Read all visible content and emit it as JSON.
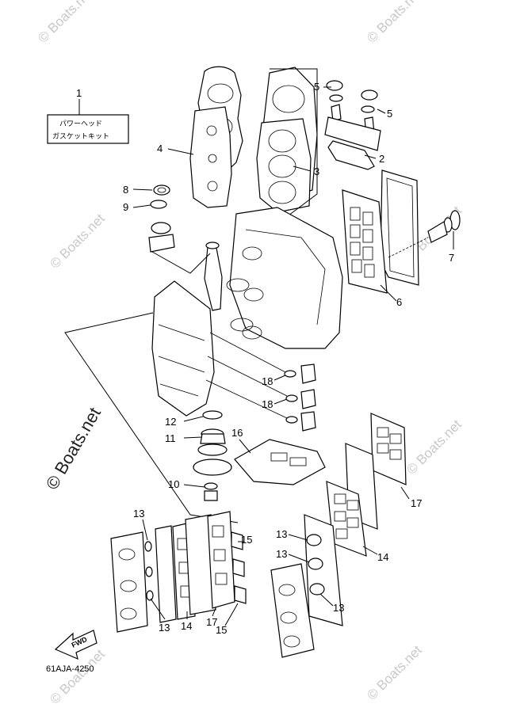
{
  "kit_box": {
    "line1": "パワーヘッド",
    "line2": "ガスケットキット"
  },
  "callouts": [
    {
      "id": "c1",
      "text": "1"
    },
    {
      "id": "c2",
      "text": "2"
    },
    {
      "id": "c3",
      "text": "3"
    },
    {
      "id": "c4",
      "text": "4"
    },
    {
      "id": "c5a",
      "text": "5"
    },
    {
      "id": "c5b",
      "text": "5"
    },
    {
      "id": "c6",
      "text": "6"
    },
    {
      "id": "c7",
      "text": "7"
    },
    {
      "id": "c8",
      "text": "8"
    },
    {
      "id": "c9",
      "text": "9"
    },
    {
      "id": "c10",
      "text": "10"
    },
    {
      "id": "c11",
      "text": "11"
    },
    {
      "id": "c12",
      "text": "12"
    },
    {
      "id": "c13a",
      "text": "13"
    },
    {
      "id": "c13b",
      "text": "13"
    },
    {
      "id": "c13c",
      "text": "13"
    },
    {
      "id": "c13d",
      "text": "13"
    },
    {
      "id": "c13e",
      "text": "13"
    },
    {
      "id": "c14a",
      "text": "14"
    },
    {
      "id": "c14b",
      "text": "14"
    },
    {
      "id": "c15a",
      "text": "15"
    },
    {
      "id": "c15b",
      "text": "15"
    },
    {
      "id": "c16",
      "text": "16"
    },
    {
      "id": "c17a",
      "text": "17"
    },
    {
      "id": "c17b",
      "text": "17"
    },
    {
      "id": "c18a",
      "text": "18"
    },
    {
      "id": "c18b",
      "text": "18"
    }
  ],
  "fwd_label": "FWD",
  "diagram_code": "61AJA-4250",
  "watermark": "© Boats.net"
}
